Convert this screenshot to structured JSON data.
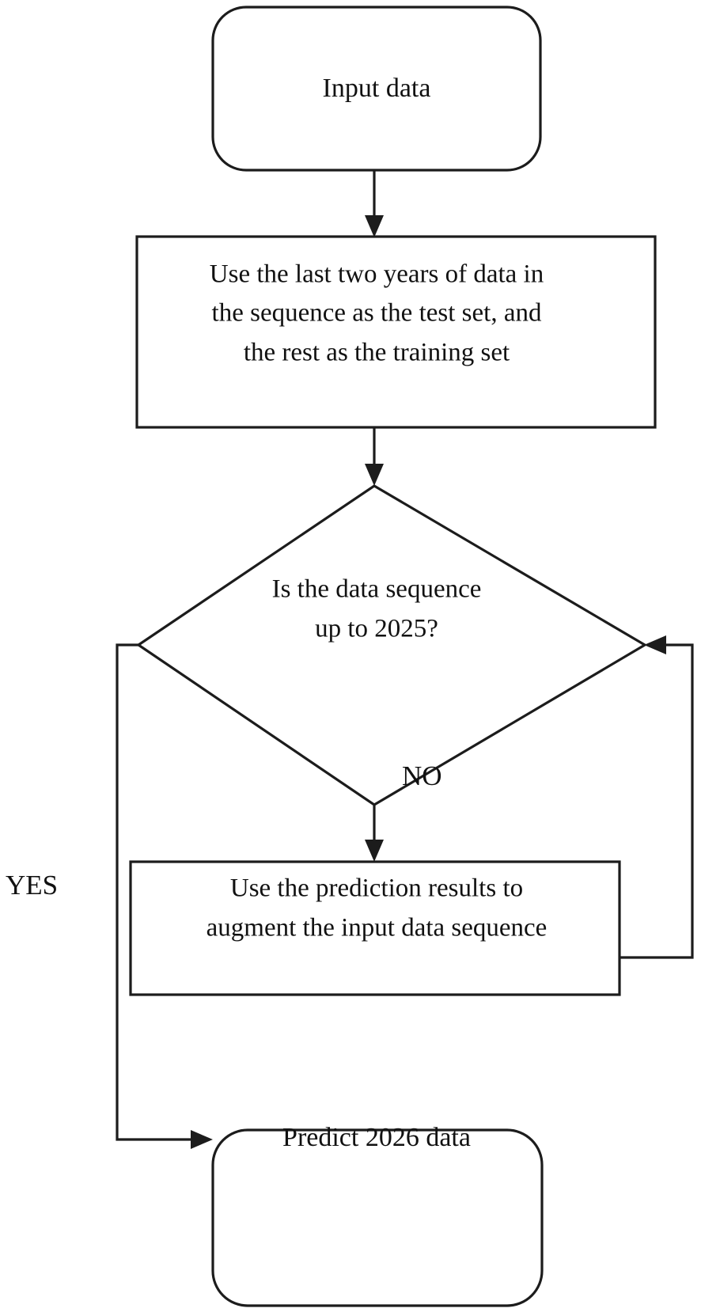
{
  "diagram": {
    "title": "Prediction workflow flowchart",
    "type": "flowchart",
    "background_color": "#ffffff",
    "line_color": "#1c1c1c",
    "text_color": "#111111"
  },
  "nodes": {
    "input": {
      "shape": "terminator",
      "label": "Input data"
    },
    "split": {
      "shape": "process",
      "line1": "Use the last two years of data in",
      "line2": "the sequence as the test set, and",
      "line3": "the rest as the training set"
    },
    "decision": {
      "shape": "decision",
      "line1": "Is the data sequence",
      "line2": "up to 2025?"
    },
    "augment": {
      "shape": "process",
      "line1": "Use the prediction results to",
      "line2": "augment the input data sequence"
    },
    "predict": {
      "shape": "terminator",
      "label": "Predict 2026 data"
    }
  },
  "edges": {
    "yes_label": "YES",
    "no_label": "NO"
  }
}
